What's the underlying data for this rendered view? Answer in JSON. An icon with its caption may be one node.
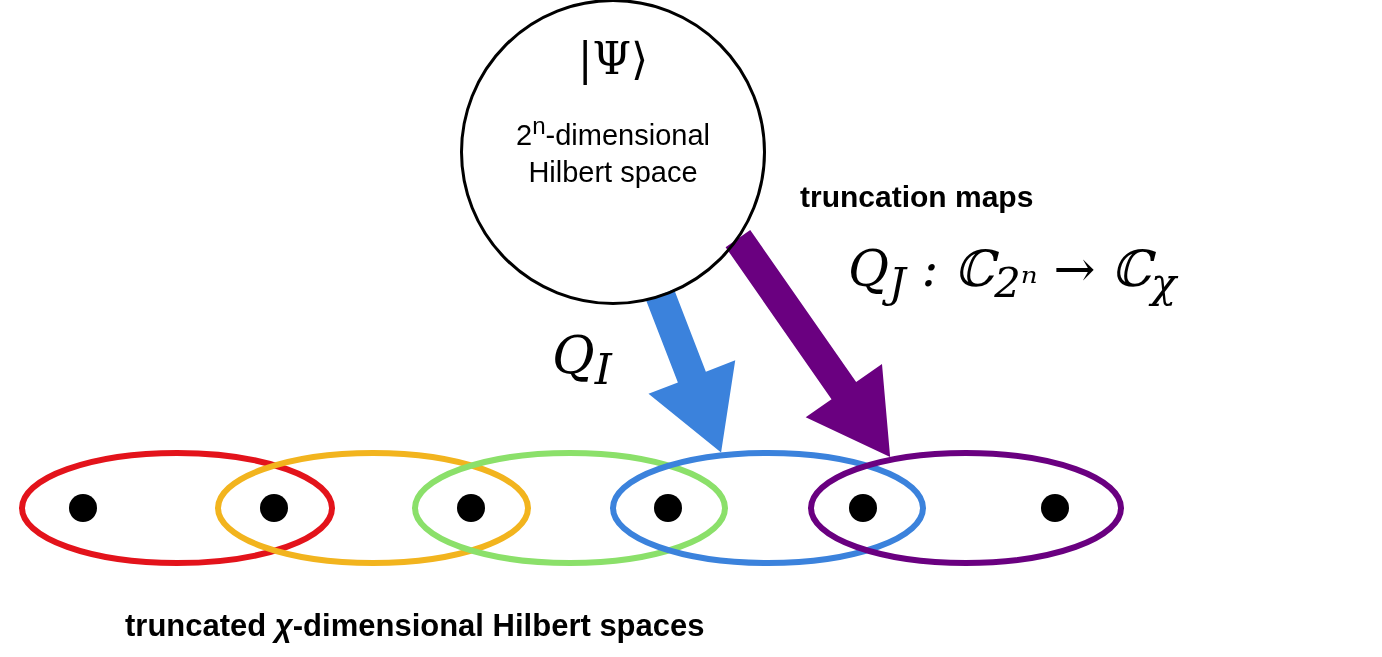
{
  "diagram": {
    "nodes": [
      {
        "text": [
          "|Ψ⟩",
          "2$^{n}$-dimensional Hilbert space"
        ]
      },
      {
        "text": [],
        "shape": "ellipse"
      },
      {
        "text": [],
        "shape": "ellipse"
      },
      {
        "text": [],
        "shape": "ellipse"
      },
      {
        "text": [],
        "shape": "ellipse"
      },
      {
        "text": [],
        "shape": "ellipse"
      }
    ],
    "edges": [
      {
        "from": 0,
        "to": 4,
        "arrow": "to",
        "label": "Q$_{I}$",
        "style": "thick",
        "color": "#3b82dc"
      },
      {
        "from": 0,
        "to": 5,
        "arrow": "to",
        "style": "thick",
        "color": "#6a0080"
      }
    ],
    "labels": [
      "truncation maps",
      "Q$_{J}$ : ℂ$_{2ⁿ}$ → ℂ$_{χ}$",
      "truncated *χ*-dimensional Hilbert spaces"
    ]
  }
}
